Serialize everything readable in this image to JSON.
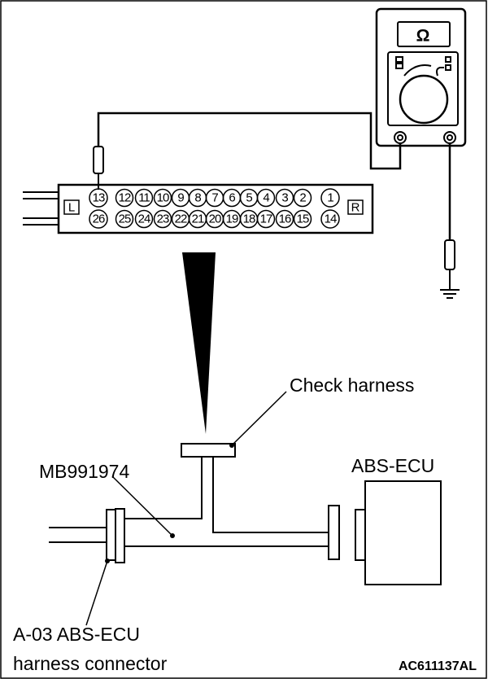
{
  "meter": {
    "symbol": "Ω"
  },
  "connector": {
    "left_mark": "L",
    "right_mark": "R",
    "top_pins": [
      "13",
      "12",
      "11",
      "10",
      "9",
      "8",
      "7",
      "6",
      "5",
      "4",
      "3",
      "2",
      "1"
    ],
    "bottom_pins": [
      "26",
      "25",
      "24",
      "23",
      "22",
      "21",
      "20",
      "19",
      "18",
      "17",
      "16",
      "15",
      "14"
    ]
  },
  "labels": {
    "check_harness": "Check harness",
    "special_tool": "MB991974",
    "ecu": "ABS-ECU",
    "harness_connector_line1": "A-03 ABS-ECU",
    "harness_connector_line2": "harness connector",
    "figure_code": "AC611137AL"
  }
}
